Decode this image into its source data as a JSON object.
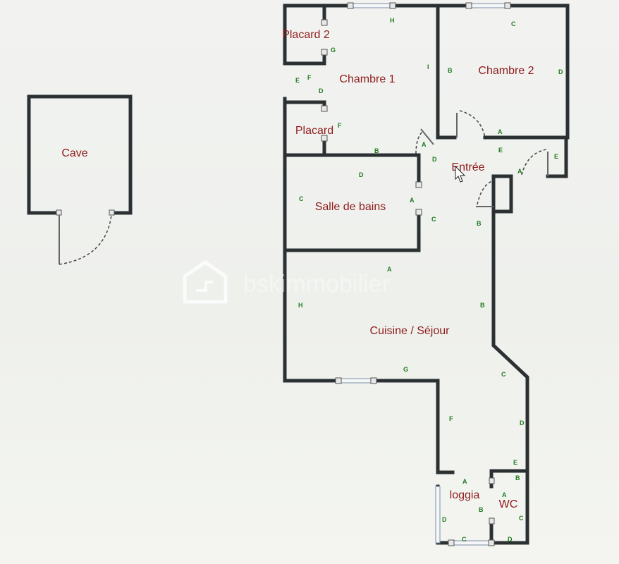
{
  "rooms": {
    "cave": "Cave",
    "placard2": "Placard 2",
    "chambre1": "Chambre 1",
    "chambre2": "Chambre 2",
    "placard": "Placard",
    "entree": "Entrée",
    "salle_de_bains": "Salle de bains",
    "cuisine_sejour": "Cuisine / Séjour",
    "loggia": "loggia",
    "wc": "WC"
  },
  "watermark": {
    "brand": "bskimmobilier",
    "logo_icon": "house-shield-logo"
  },
  "wall_labels": [
    "H",
    "C",
    "G",
    "I",
    "B",
    "D",
    "E",
    "F",
    "D",
    "F",
    "A",
    "E",
    "B",
    "A",
    "D",
    "E",
    "D",
    "A",
    "A",
    "C",
    "C",
    "B",
    "A",
    "H",
    "B",
    "C",
    "G",
    "F",
    "D",
    "E",
    "A",
    "B",
    "A",
    "B",
    "D",
    "C",
    "C",
    "D"
  ],
  "colors": {
    "walls": "#2b3133",
    "room_label": "#8e1b1b",
    "wall_label": "#1f7a1f",
    "background": "#eff1ed"
  }
}
